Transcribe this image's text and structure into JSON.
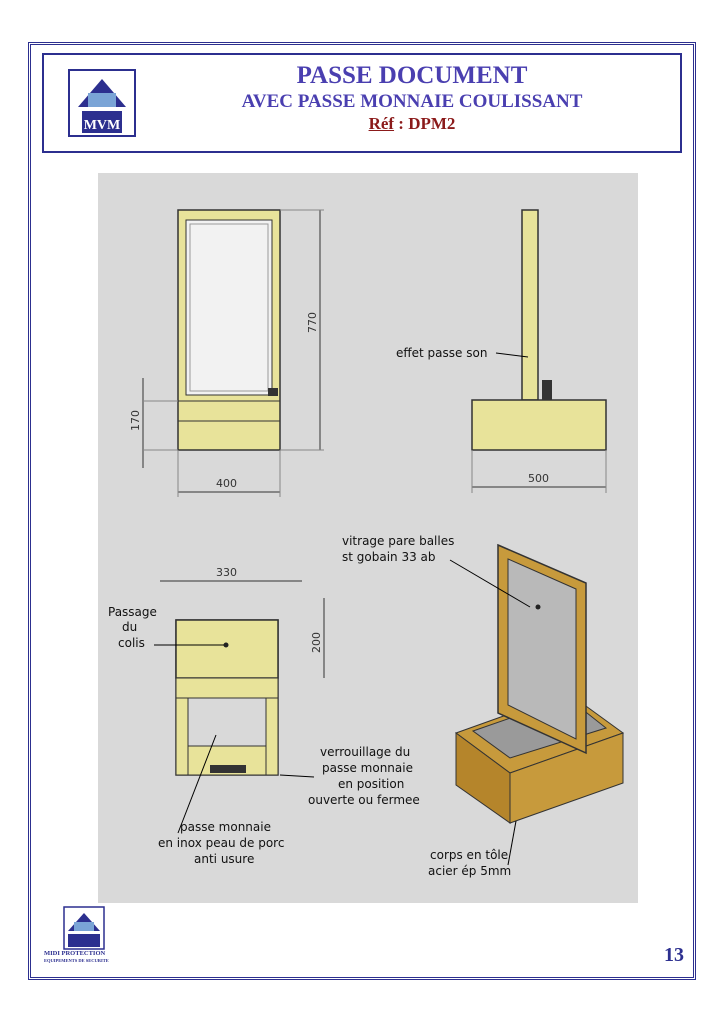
{
  "header": {
    "title": "PASSE DOCUMENT",
    "subtitle": "AVEC PASSE MONNAIE COULISSANT",
    "ref_label": "Réf",
    "ref_value": " : DPM2"
  },
  "drawing": {
    "dims": {
      "front_height": "770",
      "front_base": "170",
      "front_width": "400",
      "side_depth": "500",
      "bottom_width": "330",
      "bottom_height": "200"
    },
    "labels": {
      "effet": "effet passe son",
      "vitrage_1": "vitrage pare balles",
      "vitrage_2": "st gobain 33 ab",
      "passage_1": "Passage",
      "passage_2": "du",
      "passage_3": "colis",
      "verrou_1": "verrouillage du",
      "verrou_2": "passe monnaie",
      "verrou_3": "en position",
      "verrou_4": "ouverte ou fermee",
      "passe_1": "passe monnaie",
      "passe_2": "en inox peau de porc",
      "passe_3": "anti usure",
      "corps_1": "corps en tôle",
      "corps_2": "acier ép 5mm"
    }
  },
  "footer": {
    "brand": "MIDI PROTECTION",
    "brand_sub": "EQUIPEMENTS DE SECURITE",
    "page_number": "13"
  },
  "colors": {
    "accent": "#2c2f8f",
    "title": "#4a3fb0",
    "frame": "#e8e39a",
    "wood": "#c79a3c"
  }
}
